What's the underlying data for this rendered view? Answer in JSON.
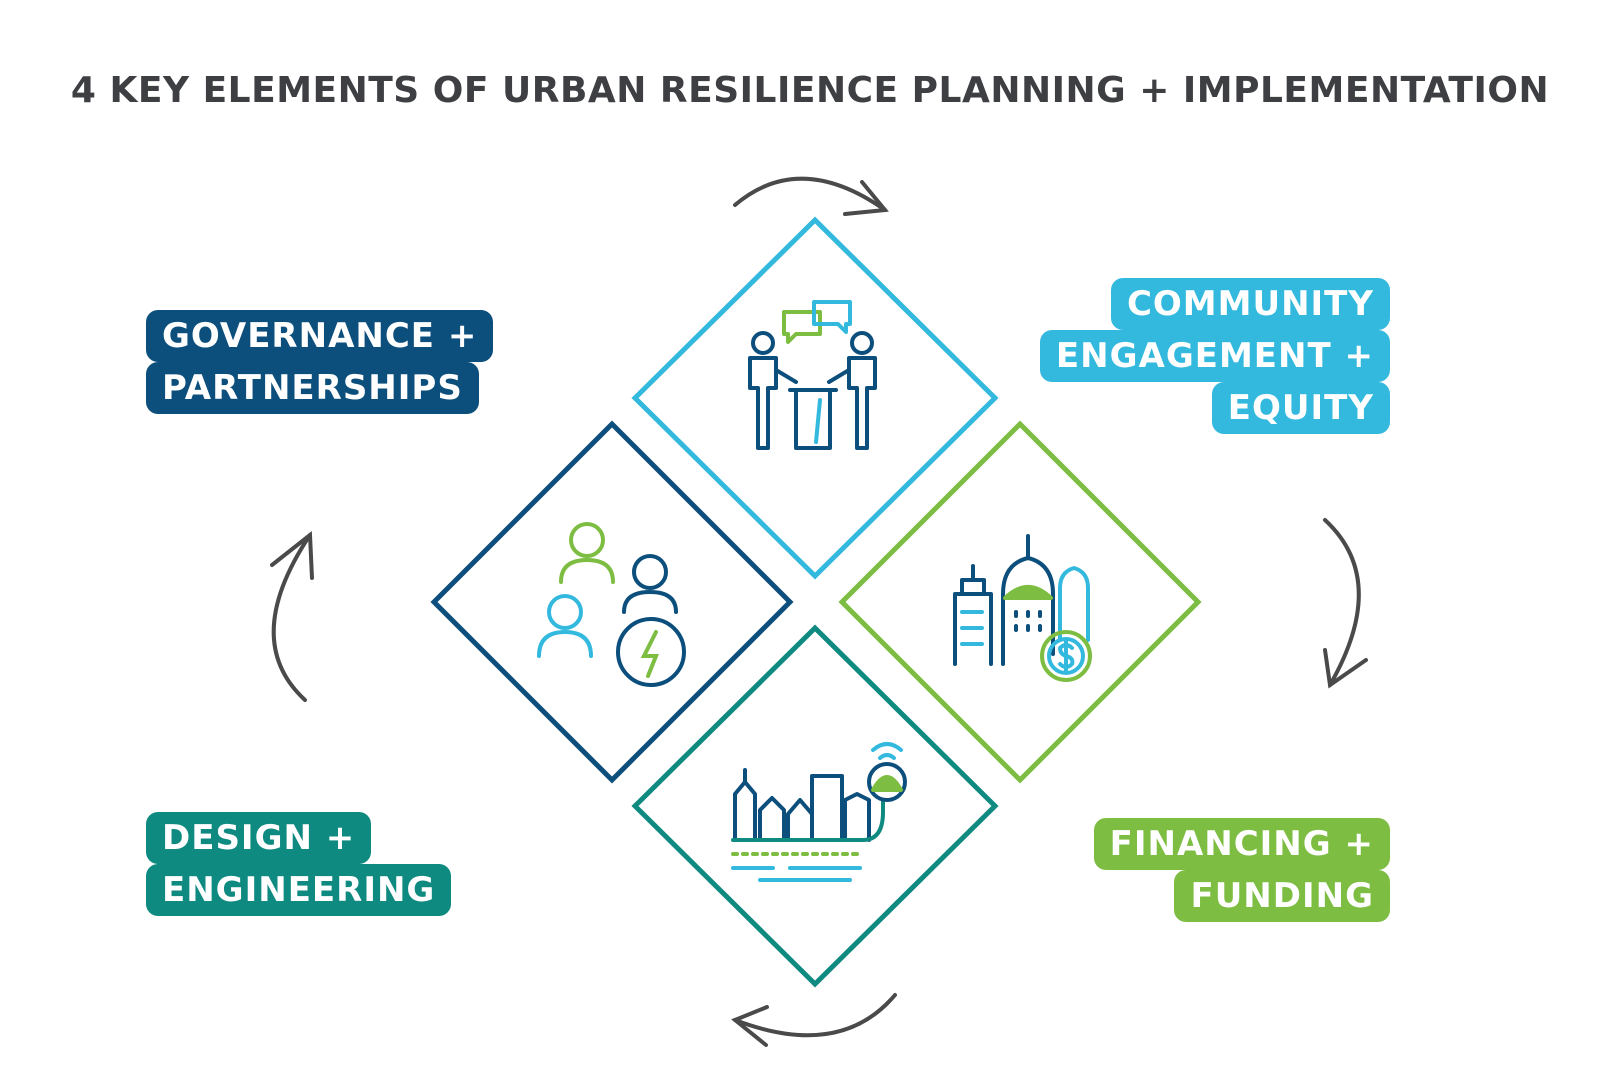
{
  "title": "4 KEY ELEMENTS OF URBAN RESILIENCE PLANNING + IMPLEMENTATION",
  "colors": {
    "governance": "#0c4f7c",
    "community": "#34b9de",
    "financing": "#7cbd42",
    "design": "#0f8a80",
    "arrow": "#4a4a4a"
  },
  "elements": [
    {
      "id": "governance",
      "lines": [
        "GOVERNANCE +",
        "PARTNERSHIPS"
      ],
      "icon": "people-energy-icon"
    },
    {
      "id": "community",
      "lines": [
        "COMMUNITY",
        "ENGAGEMENT +",
        "EQUITY"
      ],
      "icon": "meeting-podium-icon"
    },
    {
      "id": "financing",
      "lines": [
        "FINANCING +",
        "FUNDING"
      ],
      "icon": "city-finance-icon"
    },
    {
      "id": "design",
      "lines": [
        "DESIGN +",
        "ENGINEERING"
      ],
      "icon": "smart-city-icon"
    }
  ],
  "cycle": "clockwise"
}
